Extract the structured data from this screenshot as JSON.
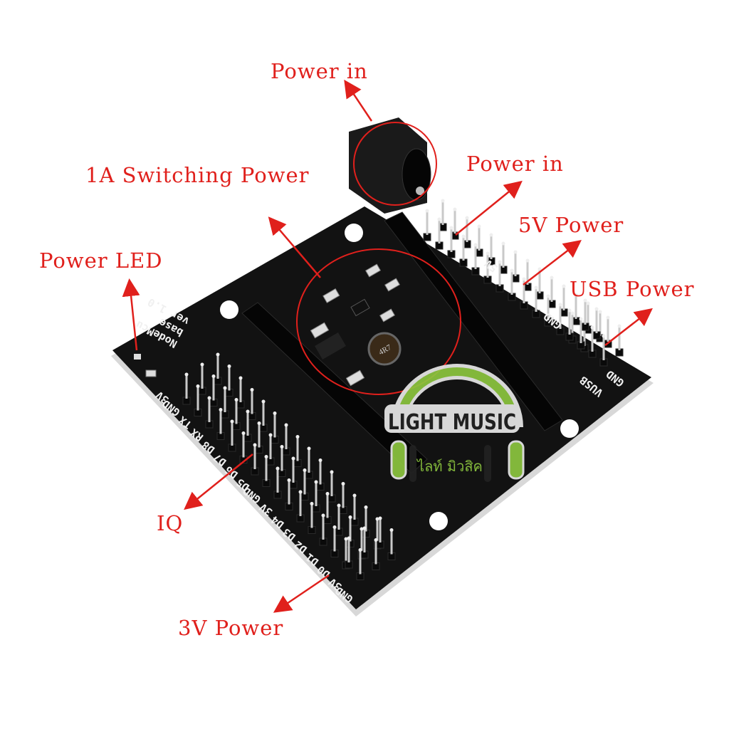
{
  "annotations": {
    "power_in_top": "Power in",
    "switching_power": "1A Switching Power",
    "power_in_right": "Power in",
    "five_v_power": "5V Power",
    "usb_power": "USB Power",
    "power_led": "Power LED",
    "iq": "IQ",
    "three_v_power": "3V Power"
  },
  "board_silkscreen": {
    "name_lines": [
      "NodeMcu",
      "base",
      "ver 1.0"
    ],
    "io_pin_labels": [
      "3V",
      "GND",
      "TX",
      "RX",
      "D8",
      "D7",
      "D6",
      "D5",
      "GND",
      "3V",
      "D4",
      "D3",
      "D2",
      "D1",
      "D0",
      "3V",
      "GND"
    ],
    "right_pin_labels": [
      "VUSB",
      "GND"
    ],
    "mid_pin_labels": [
      "GND",
      "5V"
    ],
    "inductor_marking": "4R7"
  },
  "watermark": {
    "brand": "LIGHT MUSIC",
    "thai": "ไลท์ มิวสิค"
  },
  "colors": {
    "annotation": "#e0201c",
    "board": "#111111",
    "logo_green": "#8cc63f"
  }
}
